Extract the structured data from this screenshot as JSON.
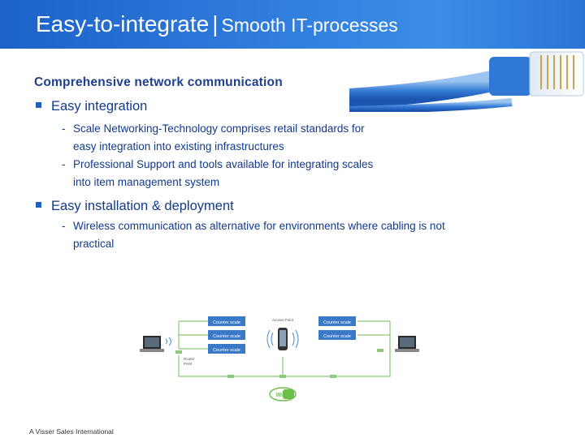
{
  "header": {
    "title_main": "Easy-to-integrate",
    "title_sep": "|",
    "title_sub": "Smooth IT-processes"
  },
  "content": {
    "subheading": "Comprehensive network communication",
    "bullets": [
      {
        "label": "Easy integration",
        "items": [
          {
            "line1": "Scale Networking-Technology comprises retail standards for",
            "line2": "easy integration into  existing infrastructures"
          },
          {
            "line1": "Professional Support and tools available for integrating scales",
            "line2": " into item management system"
          }
        ]
      },
      {
        "label": "Easy installation & deployment",
        "items": [
          {
            "line1": "Wireless communication as alternative for environments where cabling is not",
            "line2": "practical"
          }
        ]
      }
    ]
  },
  "diagram": {
    "box_label": "Counter scale",
    "access_point_label": "Access Point",
    "router_label_1": "Router",
    "router_label_2": "Point",
    "wifi_label": "Wi-Fi",
    "colors": {
      "box": "#3a78c8",
      "wire": "#8bc878",
      "wifi": "#6cc04a"
    }
  },
  "footer": {
    "text": "A Visser Sales International"
  }
}
